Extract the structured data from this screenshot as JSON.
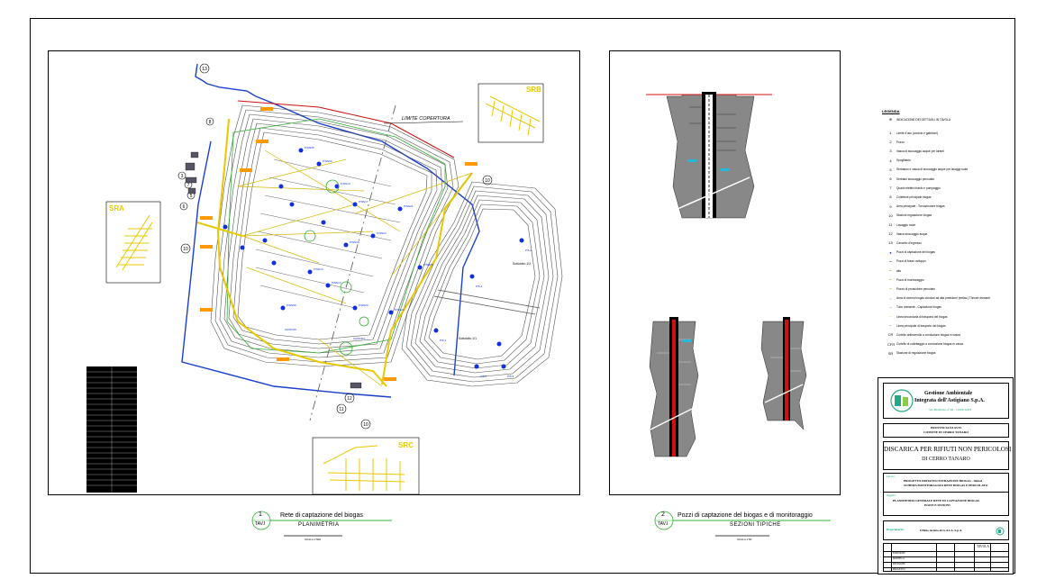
{
  "plan": {
    "tav_num": "1",
    "tav": "TAV.I",
    "title": "Rete di captazione del biogas",
    "subtitle": "PLANIMETRIA",
    "scale": "SCALA 1:500",
    "label_limite": "LIMITE COPERTURA",
    "inset_sra": "SRA",
    "inset_srb": "SRB",
    "inset_src": "SRC",
    "callouts": [
      "13",
      "8",
      "3",
      "7",
      "5",
      "6",
      "10",
      "10",
      "12",
      "11",
      "10"
    ],
    "lot_labels": [
      "Sottolotto 1/2",
      "Sottolotto 1/1"
    ]
  },
  "sections": {
    "tav_num": "2",
    "tav": "TAV.I",
    "title": "Pozzi di captazione del biogas e di monitoraggio",
    "subtitle": "SEZIONI TIPICHE",
    "scale": "SCALA 1:50"
  },
  "legend": {
    "title": "LEGENDA",
    "header_note": "INDICAZIONE DEI DETTAGLI IN TAVOLA",
    "items": [
      {
        "sym": "1",
        "text": "Limite d'uso (cordolo e gabbioni)"
      },
      {
        "sym": "2",
        "text": "Pozzo"
      },
      {
        "sym": "3",
        "text": "Vasca di stoccaggio acque per idranti"
      },
      {
        "sym": "4",
        "text": "Spogliatoio"
      },
      {
        "sym": "5",
        "text": "Serbatoio e vasca di stoccaggio acque per lavaggi ruote"
      },
      {
        "sym": "6",
        "text": "Serbatoi stoccaggio percolato"
      },
      {
        "sym": "7",
        "text": "Quadri elettrici trasfo e pompaggio"
      },
      {
        "sym": "8",
        "text": "Collettore principale biogas"
      },
      {
        "sym": "9",
        "text": "Area principale - Torcia/motore biogas"
      },
      {
        "sym": "10",
        "text": "Stazioni regolazione biogas"
      },
      {
        "sym": "11",
        "text": "Lavaggio ruote"
      },
      {
        "sym": "12",
        "text": "Vasca stoccaggio acque"
      },
      {
        "sym": "13",
        "text": "Cancello d'ingresso"
      },
      {
        "sym": "●",
        "text": "Pozzi di captazione del biogas"
      },
      {
        "sym": "━",
        "text": "Pozzi di futuro sviluppo"
      },
      {
        "sym": "━",
        "text": "alto"
      },
      {
        "sym": "━",
        "text": "Pozzi di monitoraggio"
      },
      {
        "sym": "━",
        "text": "Pozzo di produzione percolato"
      },
      {
        "sym": "○",
        "text": "Area di ricerca biogas circolari ad alta pressione (emiss.) Trincee drenanti"
      },
      {
        "sym": "─",
        "text": "Tubo drenante - Captazione biogas"
      },
      {
        "sym": "─",
        "text": "Linea secondaria di trasporto del biogas"
      },
      {
        "sym": "─",
        "text": "Linea principale di trasporto del biogas"
      },
      {
        "sym": "CR",
        "text": "Cortello antincendio a conduzione biogas in vasca"
      },
      {
        "sym": "CFR",
        "text": "Cortello di collettaggio a conduzione biogas in vasca"
      },
      {
        "sym": "SR",
        "text": "Stazione di regolazione biogas"
      }
    ]
  },
  "title_block": {
    "company_line1": "Gestione Ambientale",
    "company_line2": "Integrata dell'Astigiano S.p.A.",
    "company_addr": "Via Brofferio, n°48 - 14100 ASTI",
    "province_line1": "PROVINCIA DI ASTI",
    "province_line2": "COMUNE DI CERRO TANARO",
    "project_line1": "DISCARICA PER RIFIUTI NON PERICOLOSI",
    "project_line2": "DI CERRO TANARO",
    "lavoro_label": "Lavoro:",
    "lavoro_line1": "PROGETTO IMPIANTO ESTRAZIONE BIOGAS - Sintesi",
    "lavoro_line2": "SCHEMA MONITORAGGIO RETE BIOGAS E PERCOLATO",
    "oggetto_label": "Oggetto:",
    "oggetto_line1": "PLANIMETRIA GENERALE RETE DI CAPTAZIONE BIOGAS",
    "oggetto_line2": "POZZI E SEZIONI",
    "proprieta_label": "Proprietario:",
    "proprieta_text": "Ufficio tecnico di G.A.I.A. S.p.A.",
    "tavola": "TAVOLA 1",
    "rev_rows": [
      "EMISSIONE",
      "MODIFICA",
      "REVISIONE",
      "PROGETTO"
    ]
  },
  "colors": {
    "boundary": "#1a3fcf",
    "biogas_main": "#e8c800",
    "biogas_secondary": "#c8a000",
    "wells": "#1030e0",
    "contours": "#555555",
    "green_lines": "#30b030",
    "orange_labels": "#ff9900",
    "red_line": "#d01010"
  }
}
